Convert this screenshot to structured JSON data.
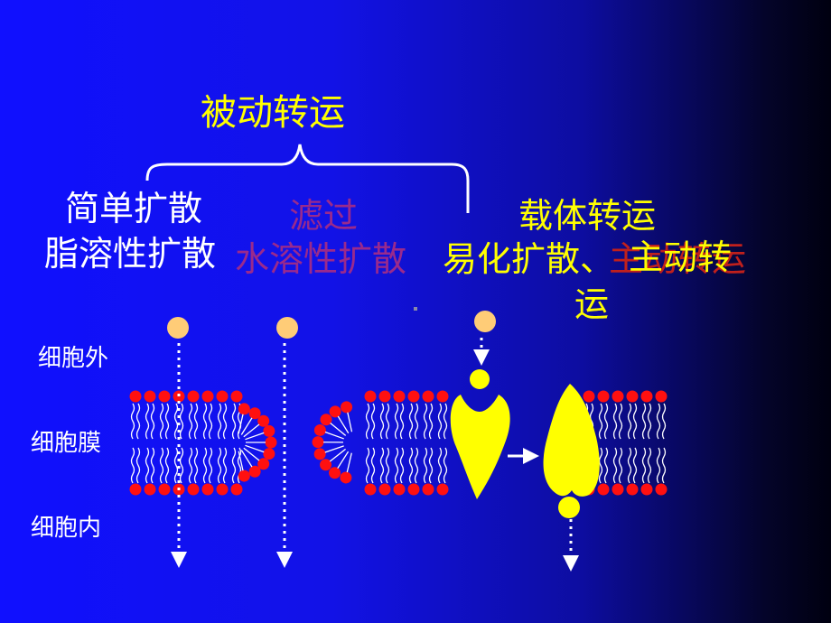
{
  "heading": "被动转运",
  "categories": {
    "simple_diffusion": "简单扩散",
    "lipid_soluble_diffusion": "脂溶性扩散",
    "filtration": "滤过",
    "water_soluble_diffusion": "水溶性扩散",
    "carrier_transport": "载体转运",
    "facilitated_diffusion": "易化扩散、",
    "active_transport_overlay": "主动转运",
    "active_transport_line1": "主动转",
    "active_transport_line2": "运"
  },
  "regions": {
    "outside": "细胞外",
    "membrane": "细胞膜",
    "inside": "细胞内"
  },
  "colors": {
    "heading": "#ffff00",
    "white_text": "#ffffff",
    "filtration_text": "#9a2a8c",
    "active_overlay": "#c0201c",
    "solute": "#ffcc77",
    "carrier": "#ffff00",
    "lipid_head": "#ff1010"
  }
}
